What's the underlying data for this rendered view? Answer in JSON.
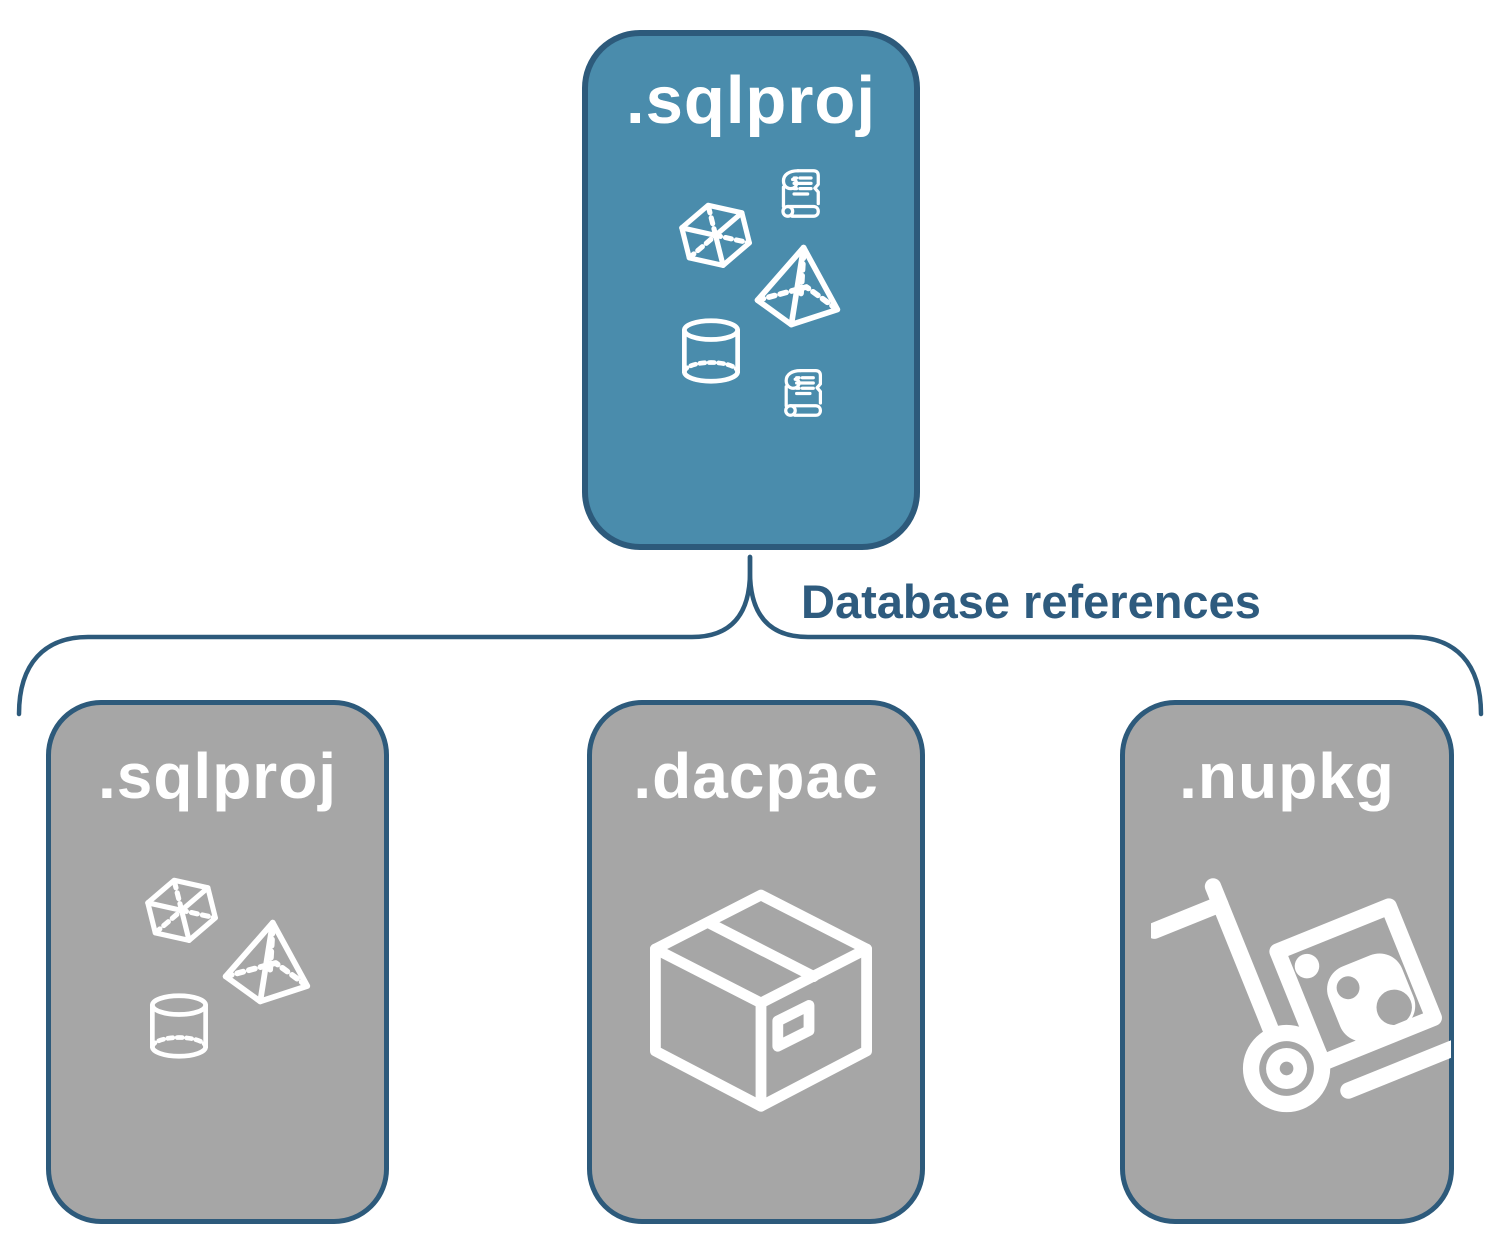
{
  "diagram": {
    "root": {
      "label": ".sqlproj",
      "icons": [
        "cube-icon",
        "script-scroll-icon",
        "pyramid-icon",
        "cylinder-icon",
        "script-scroll-icon"
      ]
    },
    "connector": {
      "label": "Database references"
    },
    "children": [
      {
        "label": ".sqlproj",
        "icons": [
          "cube-icon",
          "pyramid-icon",
          "cylinder-icon"
        ]
      },
      {
        "label": ".dacpac",
        "icons": [
          "package-box-icon"
        ]
      },
      {
        "label": ".nupkg",
        "icons": [
          "nuget-hand-truck-icon"
        ]
      }
    ],
    "colors": {
      "root_fill": "#4A8CAC",
      "child_fill": "#A6A6A6",
      "outline_and_text": "#2D5A7B",
      "connector_label_text": "#2E5B7E",
      "icon_and_label_white": "#FFFFFF",
      "background": "#FFFFFF"
    }
  }
}
